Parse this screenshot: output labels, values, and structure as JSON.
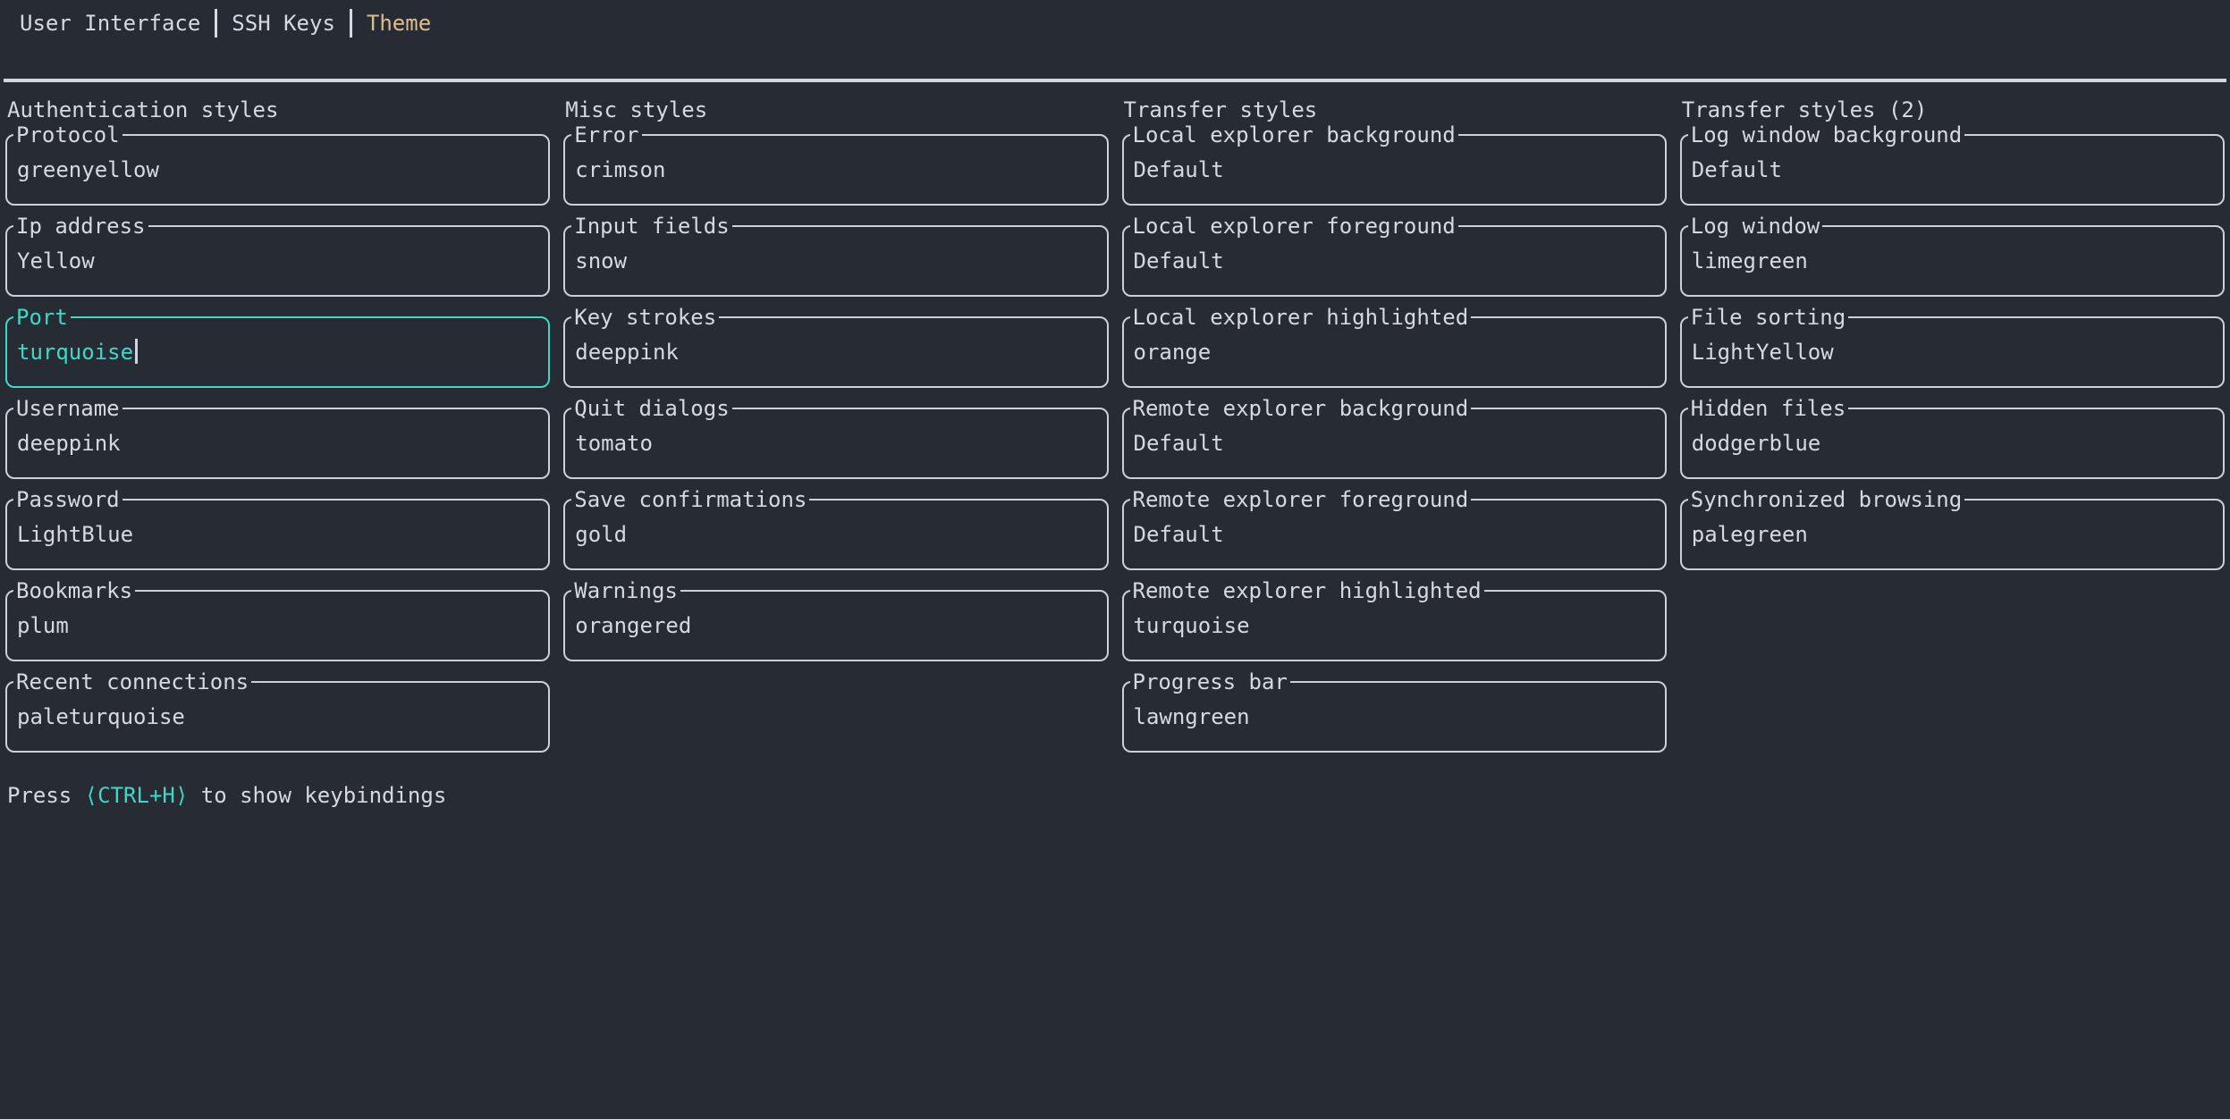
{
  "colors": {
    "background": "#272b34",
    "foreground": "#d6d9de",
    "border": "#ccd0d8",
    "divider": "#d3d6dc",
    "accent_focus": "#3ed9c6",
    "accent_tab": "#dbbf8b",
    "cursor": "#d0d4da"
  },
  "tabbar": {
    "active_index": 2,
    "tabs": [
      {
        "label": "User Interface"
      },
      {
        "label": "SSH Keys"
      },
      {
        "label": "Theme"
      }
    ]
  },
  "columns": [
    {
      "title": "Authentication styles",
      "fields": [
        {
          "label": "Protocol",
          "value": "greenyellow",
          "focused": false
        },
        {
          "label": "Ip address",
          "value": "Yellow",
          "focused": false
        },
        {
          "label": "Port",
          "value": "turquoise",
          "focused": true
        },
        {
          "label": "Username",
          "value": "deeppink",
          "focused": false
        },
        {
          "label": "Password",
          "value": "LightBlue",
          "focused": false
        },
        {
          "label": "Bookmarks",
          "value": "plum",
          "focused": false
        },
        {
          "label": "Recent connections",
          "value": "paleturquoise",
          "focused": false
        }
      ]
    },
    {
      "title": "Misc styles",
      "fields": [
        {
          "label": "Error",
          "value": "crimson",
          "focused": false
        },
        {
          "label": "Input fields",
          "value": "snow",
          "focused": false
        },
        {
          "label": "Key strokes",
          "value": "deeppink",
          "focused": false
        },
        {
          "label": "Quit dialogs",
          "value": "tomato",
          "focused": false
        },
        {
          "label": "Save confirmations",
          "value": "gold",
          "focused": false
        },
        {
          "label": "Warnings",
          "value": "orangered",
          "focused": false
        }
      ]
    },
    {
      "title": "Transfer styles",
      "fields": [
        {
          "label": "Local explorer background",
          "value": "Default",
          "focused": false
        },
        {
          "label": "Local explorer foreground",
          "value": "Default",
          "focused": false
        },
        {
          "label": "Local explorer highlighted",
          "value": "orange",
          "focused": false
        },
        {
          "label": "Remote explorer background",
          "value": "Default",
          "focused": false
        },
        {
          "label": "Remote explorer foreground",
          "value": "Default",
          "focused": false
        },
        {
          "label": "Remote explorer highlighted",
          "value": "turquoise",
          "focused": false
        },
        {
          "label": "Progress bar",
          "value": "lawngreen",
          "focused": false
        }
      ]
    },
    {
      "title": "Transfer styles (2)",
      "fields": [
        {
          "label": "Log window background",
          "value": "Default",
          "focused": false
        },
        {
          "label": "Log window",
          "value": "limegreen",
          "focused": false
        },
        {
          "label": "File sorting",
          "value": "LightYellow",
          "focused": false
        },
        {
          "label": "Hidden files",
          "value": "dodgerblue",
          "focused": false
        },
        {
          "label": "Synchronized browsing",
          "value": "palegreen",
          "focused": false
        }
      ]
    }
  ],
  "statusbar": {
    "prefix": "Press ",
    "key": "⟨CTRL+H⟩",
    "suffix": " to show keybindings"
  }
}
